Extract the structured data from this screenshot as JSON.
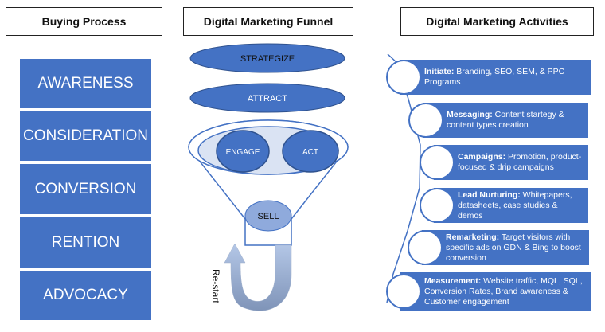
{
  "headers": {
    "buying_process": "Buying Process",
    "funnel": "Digital Marketing Funnel",
    "activities": "Digital Marketing Activities"
  },
  "stages": [
    "AWARENESS",
    "CONSIDERATION",
    "CONVERSION",
    "RENTION",
    "ADVOCACY"
  ],
  "funnel": {
    "strategize": "STRATEGIZE",
    "attract": "ATTRACT",
    "engage": "ENGAGE",
    "act": "ACT",
    "sell": "SELL",
    "restart": "Re-start"
  },
  "activities": [
    {
      "title": "Initiate:",
      "text": " Branding, SEO, SEM, & PPC Programs"
    },
    {
      "title": "Messaging:",
      "text": " Content startegy & content types creation"
    },
    {
      "title": "Campaigns:",
      "text": " Promotion, product-focused & drip campaigns"
    },
    {
      "title": "Lead Nurturing:",
      "text": "  Whitepapers, datasheets, case studies & demos"
    },
    {
      "title": "Remarketing:",
      "text": " Target visitors with specific ads on GDN & Bing to boost conversion"
    },
    {
      "title": "Measurement:",
      "text": " Website traffic, MQL, SQL, Conversion Rates, Brand awareness & Customer engagement"
    }
  ],
  "colors": {
    "primary": "#4472c4",
    "light": "#8faadc",
    "funnel_bg": "#dae3f3"
  }
}
